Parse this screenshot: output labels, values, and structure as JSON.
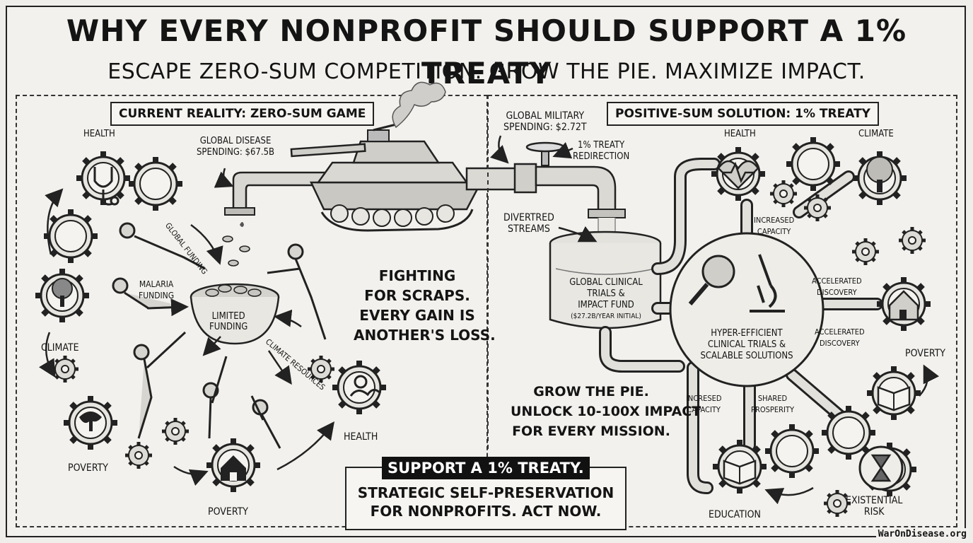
{
  "header": {
    "title": "WHY EVERY NONPROFIT SHOULD SUPPORT A 1% TREATY",
    "subtitle": "ESCAPE ZERO-SUM COMPETITION. GROW THE PIE. MAXIMIZE IMPACT."
  },
  "left_panel": {
    "label": "CURRENT REALITY: ZERO-SUM GAME",
    "causes": {
      "health_top": "HEALTH",
      "climate": "CLIMATE",
      "poverty_left": "POVERTY",
      "poverty_bottom": "POVERTY",
      "health_right": "HEALTH"
    },
    "streams": {
      "disease_spending_line1": "GLOBAL DISEASE",
      "disease_spending_line2": "SPENDING: $67.5B",
      "global_funding": "GLOBAL FUNDING",
      "malaria_line1": "MALARIA",
      "malaria_line2": "FUNDING",
      "climate_resources": "CLIMATE RESOURCES"
    },
    "bowl": {
      "line1": "LIMITED",
      "line2": "FUNDING"
    },
    "message": {
      "line1": "FIGHTING",
      "line2": "FOR SCRAPS.",
      "line3": "EVERY GAIN IS",
      "line4": "ANOTHER'S LOSS."
    }
  },
  "right_panel": {
    "label": "POSITIVE-SUM SOLUTION: 1% TREATY",
    "military_line1": "GLOBAL MILITARY",
    "military_line2": "SPENDING: $2.72T",
    "redirect_line1": "1% TREATY",
    "redirect_line2": "REDIRECTION",
    "diverted_line1": "DIVERTRED",
    "diverted_line2": "STREAMS",
    "fund": {
      "line1": "GLOBAL CLINICAL",
      "line2": "TRIALS &",
      "line3": "IMPACT FUND",
      "line4": "($27.2B/YEAR INITIAL)"
    },
    "hub": {
      "line1": "HYPER-EFFICIENT",
      "line2": "CLINICAL TRIALS &",
      "line3": "SCALABLE SOLUTIONS"
    },
    "nodes": {
      "health": "HEALTH",
      "climate": "CLIMATE",
      "poverty": "POVERTY",
      "education": "EDUCATION",
      "existential_line1": "EXISTENTIAL",
      "existential_line2": "RISK"
    },
    "flows": {
      "increased_line1": "INCREASED",
      "increased_line2": "CAPACITY",
      "accel1_line1": "ACCELERATED",
      "accel1_line2": "DISCOVERY",
      "accel2_line1": "ACCELERATED",
      "accel2_line2": "DISCOVERY",
      "incresed_line1": "INCRESED",
      "incresed_line2": "CAPACITY",
      "shared_line1": "SHARED",
      "shared_line2": "PROSPERITY"
    },
    "message": {
      "line1": "GROW THE PIE.",
      "line2": "UNLOCK 10-100X IMPACT",
      "line3": "FOR EVERY MISSION."
    }
  },
  "cta": {
    "headline": "SUPPORT A 1% TREATY.",
    "line1": "STRATEGIC SELF-PRESERVATION",
    "line2": "FOR NONPROFITS. ACT NOW."
  },
  "watermark": "WarOnDisease.org",
  "icons": {
    "stethoscope": "stethoscope-icon",
    "tree": "tree-icon",
    "house": "house-icon",
    "heart": "heart-monitor-icon",
    "book": "book-icon",
    "hourglass": "hourglass-icon",
    "globe": "globe-magnifier-icon",
    "microscope": "microscope-icon",
    "tank": "tank-icon",
    "faucet": "faucet-icon",
    "gear": "gear-icon"
  }
}
